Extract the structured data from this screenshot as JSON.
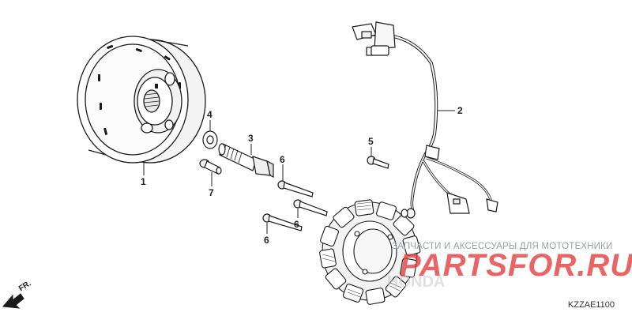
{
  "callouts": [
    {
      "id": "1",
      "label": "1"
    },
    {
      "id": "2",
      "label": "2"
    },
    {
      "id": "3",
      "label": "3"
    },
    {
      "id": "4",
      "label": "4"
    },
    {
      "id": "5",
      "label": "5"
    },
    {
      "id": "6a",
      "label": "6"
    },
    {
      "id": "6b",
      "label": "6"
    },
    {
      "id": "6c",
      "label": "6"
    },
    {
      "id": "7",
      "label": "7"
    }
  ],
  "direction_marker": "FR.",
  "diagram_code": "KZZAE1100",
  "watermark": {
    "tagline": "ЗАПЧАСТИ И АКСЕССУАРЫ ДЛЯ МОТОТЕХНИКИ",
    "logo_text": "PARTSFOR.RU",
    "ghost_text": "HONDA",
    "color": "#e2393a"
  }
}
